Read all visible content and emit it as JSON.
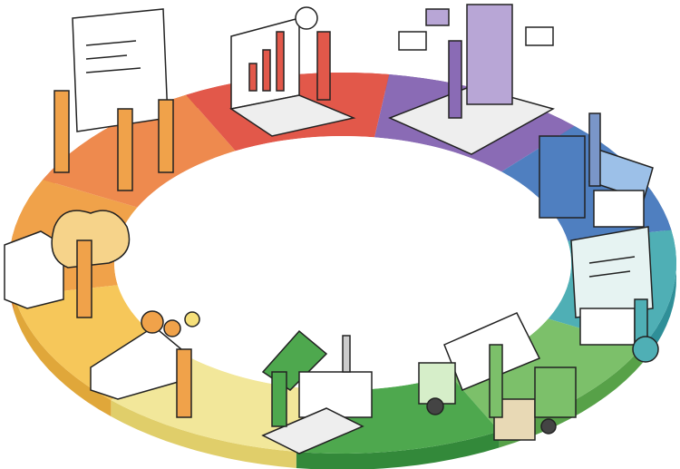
{
  "ring": {
    "segments": [
      {
        "name": "segment-orange-left",
        "color": "#F0A24A",
        "side": "#D9822C"
      },
      {
        "name": "segment-orange-top-left",
        "color": "#EE8A4E",
        "side": "#D66A30"
      },
      {
        "name": "segment-red-top",
        "color": "#E2584A",
        "side": "#C73A35"
      },
      {
        "name": "segment-purple-top-right",
        "color": "#8A6BB5",
        "side": "#6C4C98"
      },
      {
        "name": "segment-blue-right",
        "color": "#4F7FC0",
        "side": "#34609F"
      },
      {
        "name": "segment-teal-right",
        "color": "#4FAFB5",
        "side": "#2F8F98"
      },
      {
        "name": "segment-green-bottom-right",
        "color": "#7CC06A",
        "side": "#57A148"
      },
      {
        "name": "segment-green-bottom",
        "color": "#4EA84E",
        "side": "#33893A"
      },
      {
        "name": "segment-yellow-bottom-left",
        "color": "#F2E79A",
        "side": "#E0CE6A"
      },
      {
        "name": "segment-yellow-left",
        "color": "#F6C75A",
        "side": "#E0A73A"
      }
    ]
  },
  "icons": [
    "whiteboard-icon",
    "laptop-chart-icon",
    "tablet-mail-icon",
    "binders-solar-icon",
    "server-cloud-icon",
    "factory-gears-icon",
    "robot-arm-icon",
    "truck-icon",
    "forklift-icon",
    "computer-desk-icon"
  ],
  "colors": {
    "outline": "#222222",
    "accent_purple": "#B8A6D6",
    "screen": "#F4F4F4"
  }
}
